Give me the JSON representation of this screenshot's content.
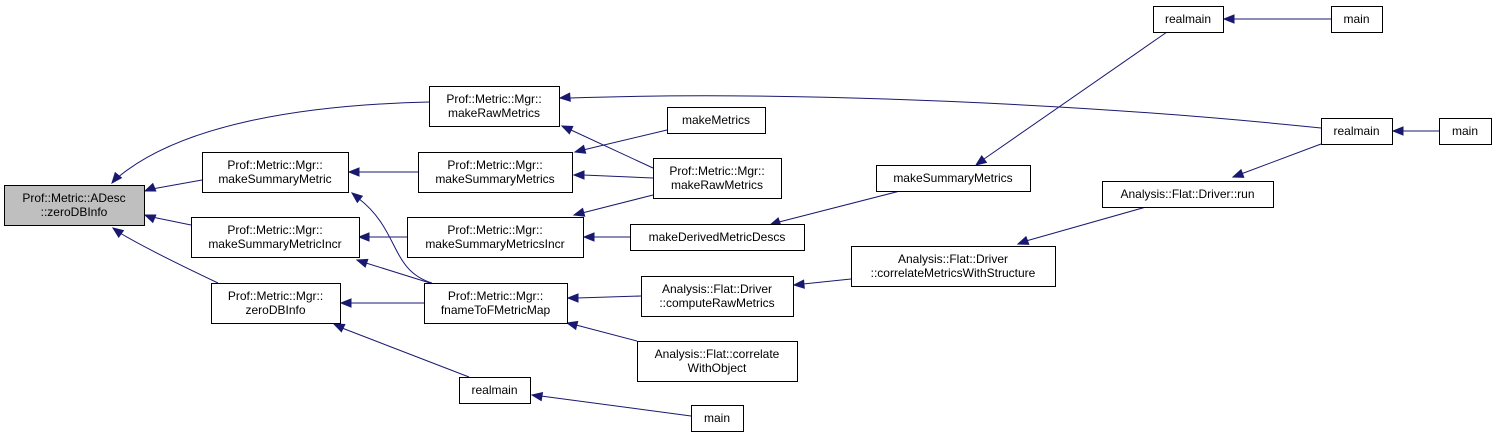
{
  "title": "Caller graph of Prof::Metric::ADesc::zeroDBInfo",
  "colors": {
    "edge": "#191970",
    "root_fill": "#bfbfbf",
    "node_fill": "#ffffff",
    "node_border": "#000000"
  },
  "nodes": [
    {
      "id": "n0",
      "lines": [
        "Prof::Metric::ADesc",
        "::zeroDBInfo"
      ],
      "root": true
    },
    {
      "id": "n1",
      "lines": [
        "Prof::Metric::Mgr::",
        "makeRawMetrics"
      ]
    },
    {
      "id": "n2",
      "lines": [
        "Prof::Metric::Mgr::",
        "makeSummaryMetric"
      ]
    },
    {
      "id": "n3",
      "lines": [
        "Prof::Metric::Mgr::",
        "makeSummaryMetricIncr"
      ]
    },
    {
      "id": "n4",
      "lines": [
        "Prof::Metric::Mgr::",
        "zeroDBInfo"
      ]
    },
    {
      "id": "n5",
      "lines": [
        "Prof::Metric::Mgr::",
        "makeSummaryMetrics"
      ]
    },
    {
      "id": "n6",
      "lines": [
        "Prof::Metric::Mgr::",
        "makeSummaryMetricsIncr"
      ]
    },
    {
      "id": "n7",
      "lines": [
        "Prof::Metric::Mgr::",
        "fnameToFMetricMap"
      ]
    },
    {
      "id": "n8",
      "lines": [
        "realmain"
      ]
    },
    {
      "id": "n9",
      "lines": [
        "makeMetrics"
      ]
    },
    {
      "id": "n10",
      "lines": [
        "Prof::Metric::Mgr::",
        "makeRawMetrics"
      ]
    },
    {
      "id": "n11",
      "lines": [
        "makeDerivedMetricDescs"
      ]
    },
    {
      "id": "n12",
      "lines": [
        "Analysis::Flat::Driver",
        "::computeRawMetrics"
      ]
    },
    {
      "id": "n13",
      "lines": [
        "Analysis::Flat::correlate",
        "WithObject"
      ]
    },
    {
      "id": "n14",
      "lines": [
        "main"
      ]
    },
    {
      "id": "n15",
      "lines": [
        "makeSummaryMetrics"
      ]
    },
    {
      "id": "n16",
      "lines": [
        "Analysis::Flat::Driver",
        "::correlateMetricsWithStructure"
      ]
    },
    {
      "id": "n17",
      "lines": [
        "realmain"
      ]
    },
    {
      "id": "n18",
      "lines": [
        "realmain"
      ]
    },
    {
      "id": "n19",
      "lines": [
        "Analysis::Flat::Driver::run"
      ]
    },
    {
      "id": "n20",
      "lines": [
        "main"
      ]
    },
    {
      "id": "n21",
      "lines": [
        "main"
      ]
    }
  ],
  "edges": [
    {
      "from": "n1",
      "to": "n0"
    },
    {
      "from": "n2",
      "to": "n0"
    },
    {
      "from": "n3",
      "to": "n0"
    },
    {
      "from": "n4",
      "to": "n0"
    },
    {
      "from": "n18",
      "to": "n1"
    },
    {
      "from": "n10",
      "to": "n1"
    },
    {
      "from": "n5",
      "to": "n2"
    },
    {
      "from": "n7",
      "to": "n2"
    },
    {
      "from": "n6",
      "to": "n3"
    },
    {
      "from": "n7",
      "to": "n3"
    },
    {
      "from": "n7",
      "to": "n4"
    },
    {
      "from": "n8",
      "to": "n4"
    },
    {
      "from": "n9",
      "to": "n5"
    },
    {
      "from": "n10",
      "to": "n5"
    },
    {
      "from": "n10",
      "to": "n6"
    },
    {
      "from": "n11",
      "to": "n6"
    },
    {
      "from": "n12",
      "to": "n7"
    },
    {
      "from": "n13",
      "to": "n7"
    },
    {
      "from": "n14",
      "to": "n8"
    },
    {
      "from": "n15",
      "to": "n11"
    },
    {
      "from": "n16",
      "to": "n12"
    },
    {
      "from": "n17",
      "to": "n15"
    },
    {
      "from": "n19",
      "to": "n16"
    },
    {
      "from": "n18",
      "to": "n19"
    },
    {
      "from": "n20",
      "to": "n17"
    },
    {
      "from": "n21",
      "to": "n18"
    }
  ]
}
